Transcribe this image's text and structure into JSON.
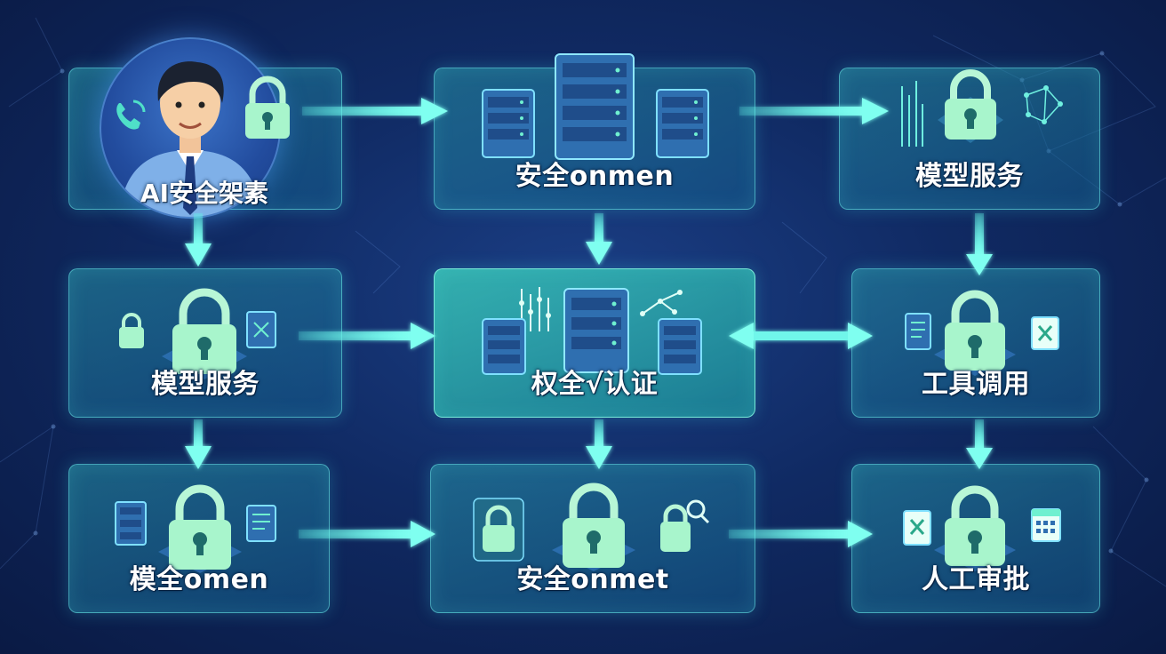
{
  "diagram": {
    "nodes": [
      {
        "id": "ai-architect",
        "label": "AI安全架素"
      },
      {
        "id": "security-gateway",
        "label": "安全onmen"
      },
      {
        "id": "model-service-top",
        "label": "模型服务"
      },
      {
        "id": "model-service-mid",
        "label": "模型服务"
      },
      {
        "id": "auth-center",
        "label": "权全√认证"
      },
      {
        "id": "tool-calling",
        "label": "工具调用"
      },
      {
        "id": "model-security",
        "label": "模全omen"
      },
      {
        "id": "security-onmet",
        "label": "安全onmet"
      },
      {
        "id": "human-approval",
        "label": "人工审批"
      }
    ],
    "edges": [
      {
        "from": "ai-architect",
        "to": "security-gateway"
      },
      {
        "from": "security-gateway",
        "to": "model-service-top"
      },
      {
        "from": "ai-architect",
        "to": "model-service-mid"
      },
      {
        "from": "security-gateway",
        "to": "auth-center"
      },
      {
        "from": "model-service-top",
        "to": "tool-calling"
      },
      {
        "from": "model-service-mid",
        "to": "auth-center"
      },
      {
        "from": "auth-center",
        "to": "tool-calling",
        "bidirectional": true
      },
      {
        "from": "model-service-mid",
        "to": "model-security"
      },
      {
        "from": "auth-center",
        "to": "security-onmet"
      },
      {
        "from": "tool-calling",
        "to": "human-approval"
      },
      {
        "from": "model-security",
        "to": "security-onmet"
      },
      {
        "from": "security-onmet",
        "to": "human-approval"
      }
    ]
  },
  "colors": {
    "background": "#102a63",
    "panel": "#2a8fa6",
    "panel_bright": "#3cd2be",
    "arrow": "#5ff0e6",
    "lock": "#a8f5cc",
    "server": "#2f6fb0"
  },
  "icons": [
    "person-avatar-icon",
    "padlock-icon",
    "server-rack-icon",
    "phone-icon",
    "document-icon",
    "network-graph-icon",
    "chart-bars-icon",
    "calendar-icon",
    "magnifier-icon"
  ]
}
